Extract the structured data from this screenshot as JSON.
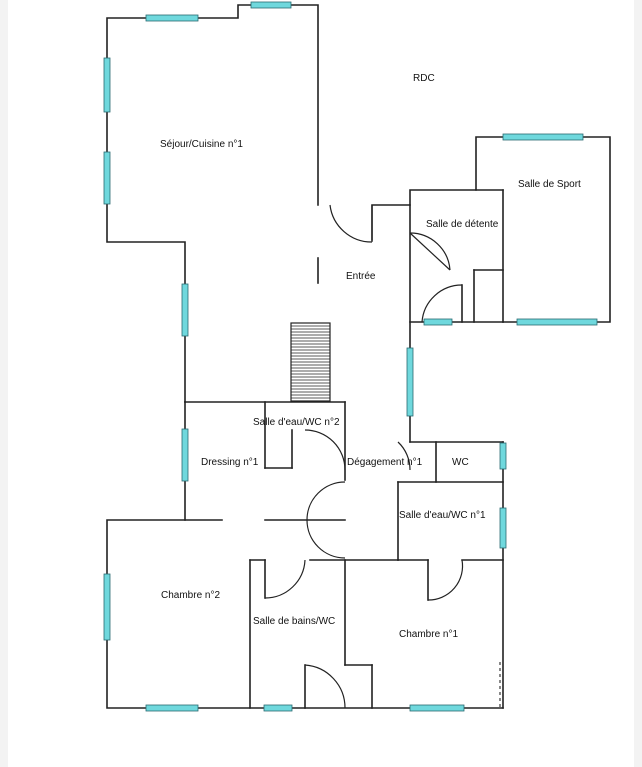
{
  "plan": {
    "level_label": "RDC",
    "rooms": {
      "sejour": "Séjour/Cuisine n°1",
      "sport": "Salle de Sport",
      "detente": "Salle de détente",
      "entree": "Entrée",
      "salle_eau_2": "Salle d'eau/WC n°2",
      "dressing": "Dressing n°1",
      "degagement": "Dégagement n°1",
      "wc": "WC",
      "salle_eau_1": "Salle d'eau/WC n°1",
      "chambre_2": "Chambre n°2",
      "chambre_1": "Chambre n°1",
      "bains": "Salle de bains/WC"
    },
    "colors": {
      "wall": "#222222",
      "window": "#6fd8dd"
    }
  }
}
